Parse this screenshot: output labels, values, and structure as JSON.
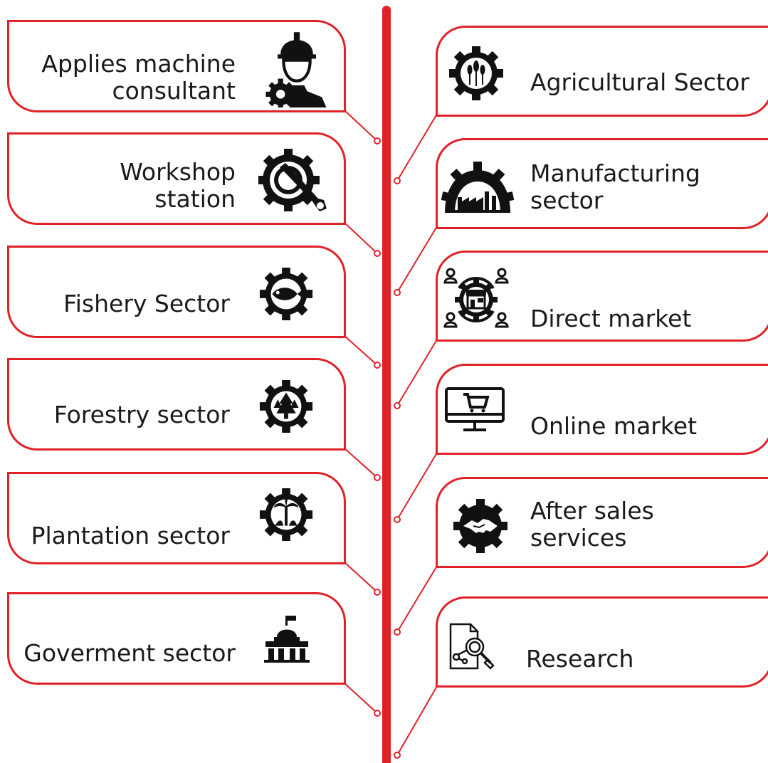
{
  "colors": {
    "accent": "#e02127",
    "icon": "#111111",
    "text": "#1a1a1a"
  },
  "left_items": [
    {
      "label": "Applies machine\nconsultant",
      "icon": "engineer-gear-icon"
    },
    {
      "label": "Workshop\nstation",
      "icon": "wrench-gear-icon"
    },
    {
      "label": "Fishery Sector",
      "icon": "fish-gear-icon"
    },
    {
      "label": "Forestry sector",
      "icon": "trees-gear-icon"
    },
    {
      "label": "Plantation sector",
      "icon": "palm-gear-icon"
    },
    {
      "label": "Goverment sector",
      "icon": "government-building-icon"
    }
  ],
  "right_items": [
    {
      "label": "Agricultural Sector",
      "icon": "wheat-gear-icon"
    },
    {
      "label": "Manufacturing\nsector",
      "icon": "factory-gear-icon"
    },
    {
      "label": "Direct market",
      "icon": "market-people-icon"
    },
    {
      "label": "Online market",
      "icon": "monitor-cart-icon"
    },
    {
      "label": "After sales\nservices",
      "icon": "handshake-gear-icon"
    },
    {
      "label": "Research",
      "icon": "document-search-icon"
    }
  ]
}
